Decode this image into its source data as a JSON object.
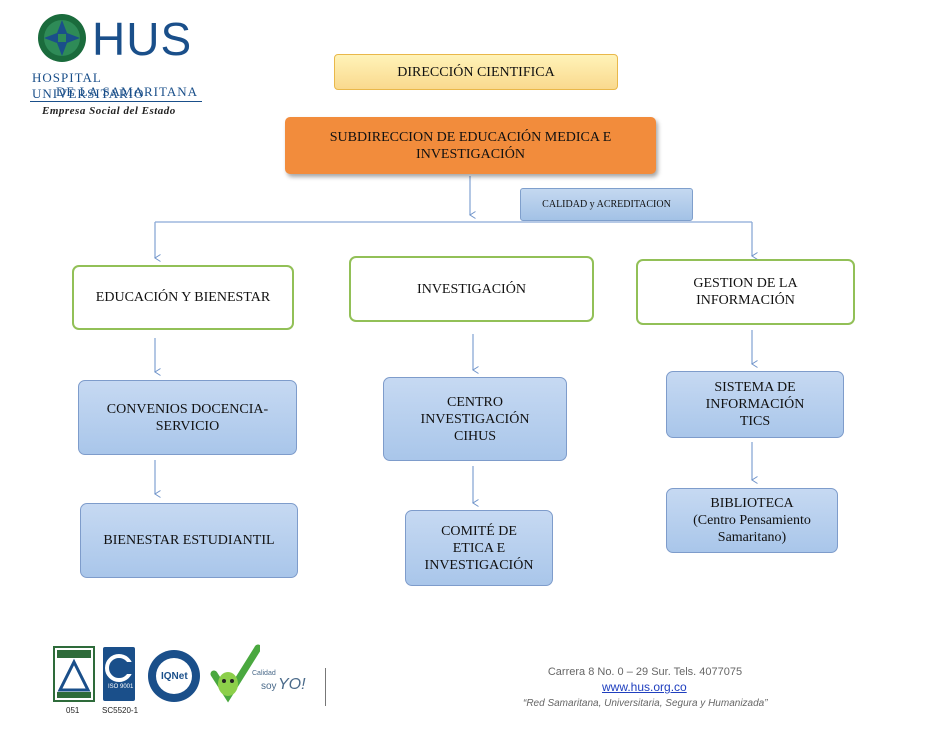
{
  "header": {
    "logo_name": "HUS",
    "logo_line1": "HOSPITAL UNIVERSITARIO",
    "logo_line2": "DE LA SAMARITANA",
    "logo_tagline": "Empresa Social del Estado",
    "logo_icon": "cross-emblem-icon"
  },
  "org_chart": {
    "top": "DIRECCIÓN CIENTIFICA",
    "subdirection": "SUBDIRECCION DE EDUCACIÓN MEDICA E\nINVESTIGACIÓN",
    "quality": "CALIDAD y ACREDITACION",
    "branches": [
      {
        "title": "EDUCACIÓN Y BIENESTAR",
        "children": [
          "CONVENIOS DOCENCIA-\nSERVICIO",
          "BIENESTAR ESTUDIANTIL"
        ]
      },
      {
        "title": "INVESTIGACIÓN",
        "children": [
          "CENTRO\nINVESTIGACIÓN\nCIHUS",
          "COMITÉ DE\nETICA E\nINVESTIGACIÓN"
        ]
      },
      {
        "title": "GESTION DE LA\nINFORMACIÓN",
        "children": [
          "SISTEMA DE\nINFORMACIÓN\nTICS",
          "BIBLIOTECA\n(Centro Pensamiento\nSamaritano)"
        ]
      }
    ]
  },
  "footer": {
    "address": "Carrera 8 No. 0 – 29 Sur. Tels. 4077075",
    "website": "www.hus.org.co",
    "motto": "“Red Samaritana, Universitaria, Segura y Humanizada”",
    "cert1_label": "051",
    "cert2_label": "SC5520-1",
    "cert2_inner": "ISO 9001",
    "cert3_text": "IQNet",
    "cert4_text1": "Calidad",
    "cert4_text2": "soy",
    "cert4_text3": "YO!",
    "colors": {
      "accent_orange": "#f28c3c",
      "box_blue": "#a9c6ea",
      "border_green": "#92c057",
      "brand_blue": "#1a4f8a"
    }
  }
}
